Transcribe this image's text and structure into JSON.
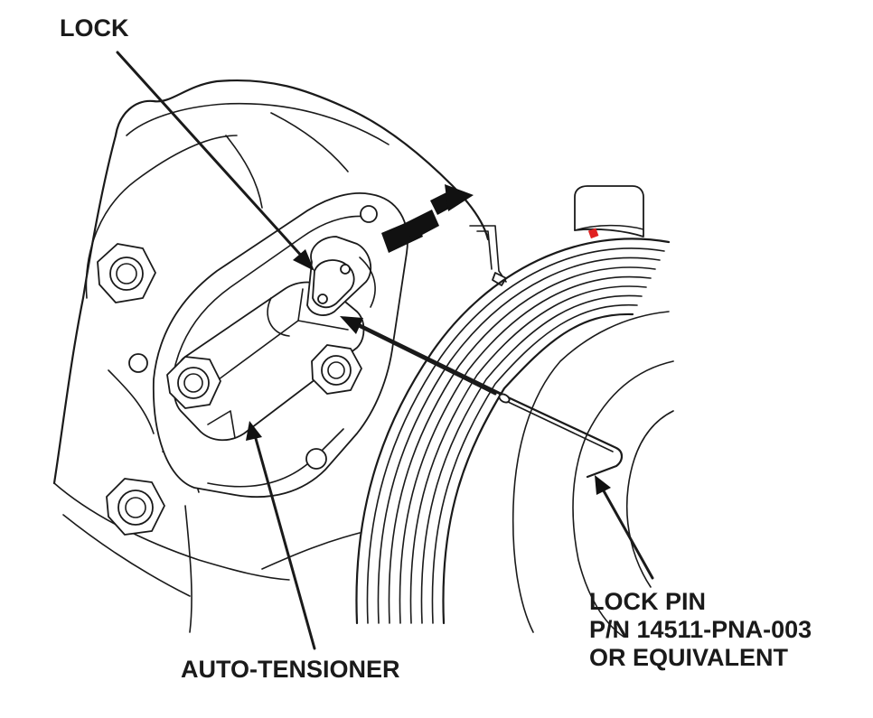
{
  "labels": {
    "lock": "LOCK",
    "auto_tensioner": "AUTO-TENSIONER",
    "lock_pin": {
      "line1": "LOCK PIN",
      "line2": "P/N 14511-PNA-003",
      "line3": "OR EQUIVALENT"
    }
  },
  "colors": {
    "line": "#1a1a1a",
    "background": "#ffffff",
    "marker": "#e02020"
  }
}
